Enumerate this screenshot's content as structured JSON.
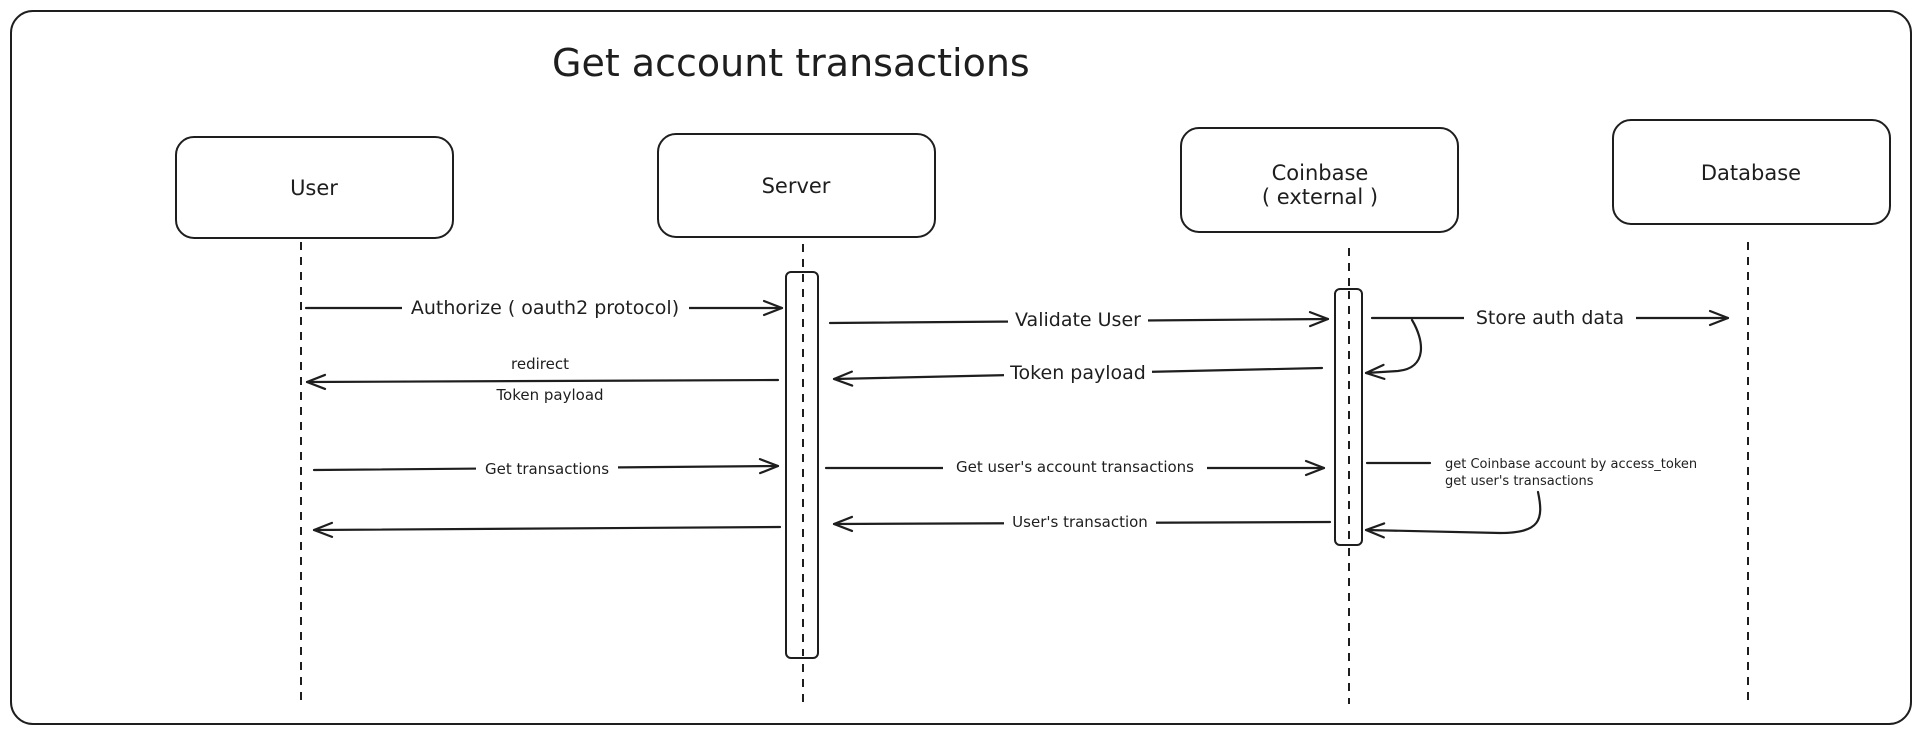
{
  "title": "Get account transactions",
  "actors": {
    "user": {
      "label": "User"
    },
    "server": {
      "label": "Server"
    },
    "coinbase": {
      "label_line1": "Coinbase",
      "label_line2": "( external )"
    },
    "database": {
      "label": "Database"
    }
  },
  "messages": {
    "authorize": "Authorize ( oauth2 protocol)",
    "validate_user": "Validate User",
    "store_auth_data": "Store auth data",
    "redirect": "redirect",
    "token_payload_user": "Token payload",
    "token_payload_server": "Token payload",
    "get_transactions": "Get transactions",
    "get_user_account_transactions": "Get user's account transactions",
    "users_transaction": "User's transaction"
  },
  "note": {
    "line1": "get Coinbase account by access_token",
    "line2": "get user's transactions"
  },
  "colors": {
    "stroke": "#1e1e1e",
    "background": "#ffffff"
  }
}
